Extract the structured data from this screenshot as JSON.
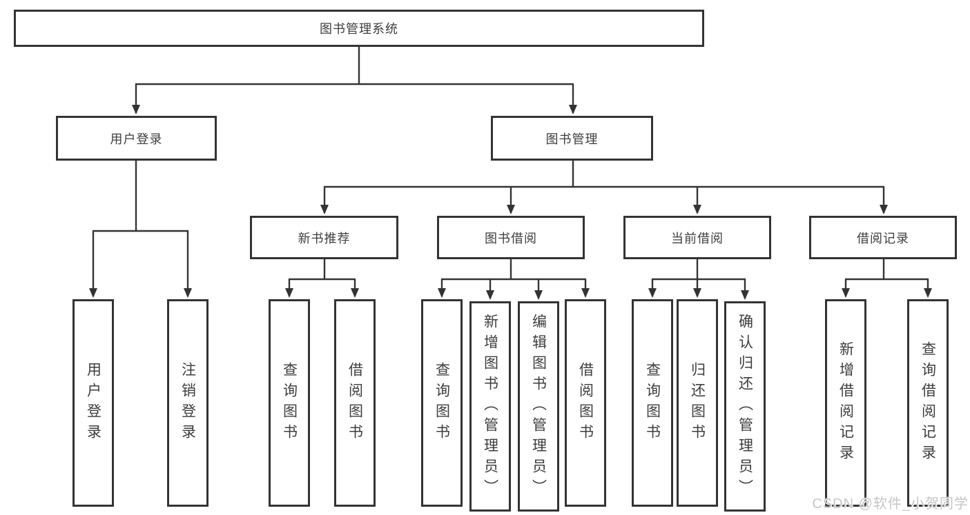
{
  "diagram": {
    "root": {
      "label": "图书管理系统"
    },
    "branches": [
      {
        "label": "用户登录",
        "children": [
          {
            "label": "用户登录"
          },
          {
            "label": "注销登录"
          }
        ]
      },
      {
        "label": "图书管理",
        "children": [
          {
            "label": "新书推荐",
            "children": [
              {
                "label": "查询图书"
              },
              {
                "label": "借阅图书"
              }
            ]
          },
          {
            "label": "图书借阅",
            "children": [
              {
                "label": "查询图书"
              },
              {
                "label": "新增图书（管理员）"
              },
              {
                "label": "编辑图书（管理员）"
              },
              {
                "label": "借阅图书"
              }
            ]
          },
          {
            "label": "当前借阅",
            "children": [
              {
                "label": "查询图书"
              },
              {
                "label": "归还图书"
              },
              {
                "label": "确认归还（管理员）"
              }
            ]
          },
          {
            "label": "借阅记录",
            "children": [
              {
                "label": "新增借阅记录"
              },
              {
                "label": "查询借阅记录"
              }
            ]
          }
        ]
      }
    ]
  },
  "watermark": "CSDN @软件_小贺同学",
  "colors": {
    "line": "#333333",
    "box_border": "#333333",
    "text": "#3d3d3d",
    "watermark": "#c6c6c6",
    "background": "#ffffff"
  }
}
